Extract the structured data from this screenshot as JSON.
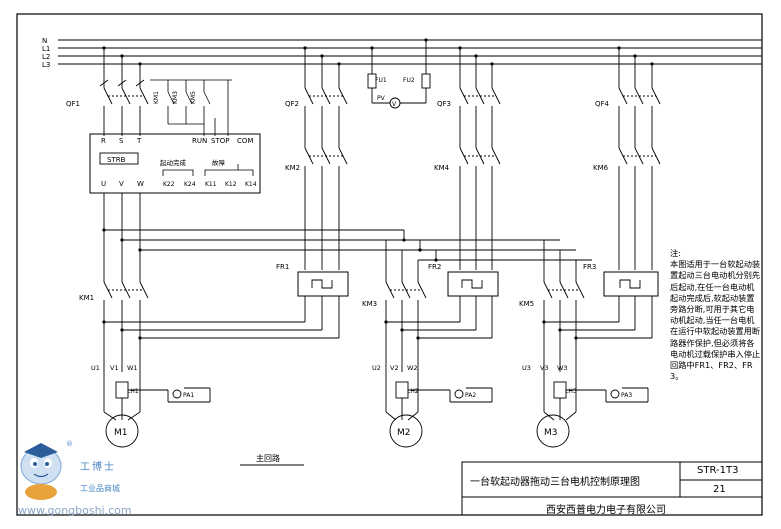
{
  "bus_labels": [
    "N",
    "L1",
    "L2",
    "L3"
  ],
  "breakers": [
    "QF1",
    "QF2",
    "QF3",
    "QF4"
  ],
  "contactors": [
    "KM2",
    "KM4",
    "KM6",
    "KM1",
    "KM3",
    "KM5"
  ],
  "fuses": [
    "FU1",
    "FU2"
  ],
  "voltmeter": {
    "label": "PV",
    "symbol": "V"
  },
  "soft_starter": {
    "input_terminals": [
      "R",
      "S",
      "T"
    ],
    "control_terminals": [
      "RUN",
      "STOP",
      "COM"
    ],
    "model": "STRB",
    "output_terminals": [
      "U",
      "V",
      "W"
    ],
    "relay_group_labels": [
      "起动完成",
      "故障"
    ],
    "relay_terminals": [
      "K22",
      "K24",
      "K11",
      "K12",
      "K14"
    ]
  },
  "control_contacts": [
    "KM1",
    "KM3",
    "KM5"
  ],
  "thermal_relays": [
    "FR1",
    "FR2",
    "FR3"
  ],
  "motors": [
    {
      "name": "M1",
      "terminals": [
        "U1",
        "V1",
        "W1"
      ],
      "ct": "LH1",
      "ammeter": "PA1"
    },
    {
      "name": "M2",
      "terminals": [
        "U2",
        "V2",
        "W2"
      ],
      "ct": "LH2",
      "ammeter": "PA2"
    },
    {
      "name": "M3",
      "terminals": [
        "U3",
        "V3",
        "W3"
      ],
      "ct": "LH3",
      "ammeter": "PA3"
    }
  ],
  "main_circuit_label": "主回路",
  "note": {
    "heading": "注:",
    "body": "本图适用于一台软起动装置起动三台电动机分别先后起动,在任一台电动机起动完成后,软起动装置旁路分断,可用于其它电动机起动,当任一台电机在运行中软起动装置用断路器作保护,但必须将各电动机过载保护串入停止回路中FR1、FR2、FR3。"
  },
  "title_block": {
    "title": "一台软起动器拖动三台电机控制原理图",
    "code": "STR-1T3",
    "sheet": "21",
    "company": "西安西普电力电子有限公司"
  },
  "watermark": {
    "name": "工博士",
    "subtitle": "工业品商城",
    "url": "www.gongboshi.com",
    "mark": "®"
  }
}
